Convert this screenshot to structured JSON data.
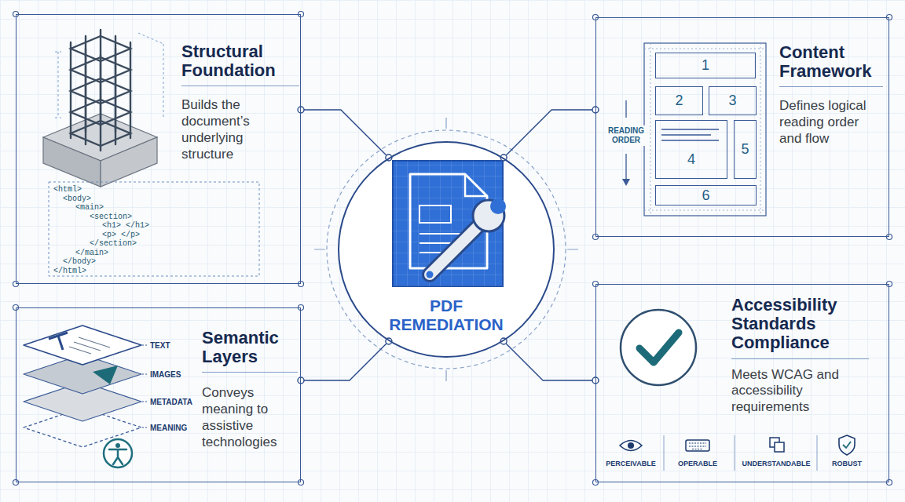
{
  "diagram": {
    "nodes": [
      {
        "text": [
          "PDF REMEDIATION"
        ]
      },
      {
        "text": [
          "Structural Foundation",
          "Builds the document’s underlying structure"
        ]
      },
      {
        "text": [
          "Content Framework",
          "Defines logical reading order and flow"
        ]
      },
      {
        "text": [
          "1"
        ],
        "in": 2
      },
      {
        "text": [
          "2"
        ],
        "in": 2
      },
      {
        "text": [
          "3"
        ],
        "in": 2
      },
      {
        "text": [
          "4"
        ],
        "in": 2
      },
      {
        "text": [
          "5"
        ],
        "in": 2
      },
      {
        "text": [
          "6"
        ],
        "in": 2
      },
      {
        "text": [
          "Semantic Layers",
          "Conveys meaning to assistive technologies"
        ]
      },
      {
        "text": [
          "Accessibility Standards Compliance",
          "Meets WCAG and accessibility requirements"
        ]
      }
    ],
    "edges": [
      {
        "from": 0,
        "to": 1,
        "arrow": "none"
      },
      {
        "from": 0,
        "to": 2,
        "arrow": "none"
      },
      {
        "from": 0,
        "to": 9,
        "arrow": "none"
      },
      {
        "from": 0,
        "to": 10,
        "arrow": "none"
      }
    ],
    "labels": [
      "<html>",
      "<body>",
      "<main>",
      "<section>",
      "<h1> </h1>",
      "<p> </p>",
      "</section>",
      "</main>",
      "</body>",
      "</html>",
      "READING ORDER",
      "TEXT",
      "IMAGES",
      "METADATA",
      "MEANING",
      "PERCEIVABLE",
      "OPERABLE",
      "UNDERSTANDABLE",
      "ROBUST"
    ]
  }
}
